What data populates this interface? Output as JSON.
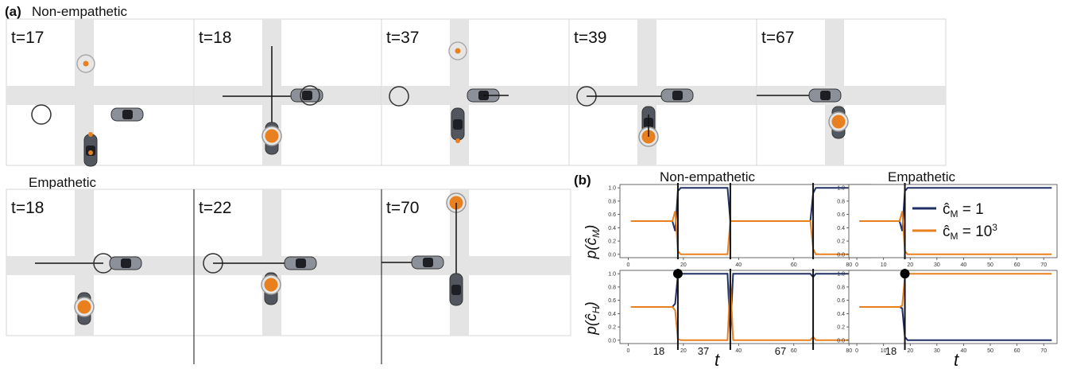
{
  "labels": {
    "panel_a": "(a)",
    "non_empathetic": "Non-empathetic",
    "empathetic": "Empathetic",
    "panel_b": "(b)",
    "col_non_empathetic": "Non-empathetic",
    "col_empathetic": "Empathetic",
    "x_axis": "t",
    "y_top": "p(ĉ_M)",
    "y_bottom": "p(ĉ_H)"
  },
  "frames_row1": [
    "t=17",
    "t=18",
    "t=37",
    "t=39",
    "t=67"
  ],
  "frames_row2": [
    "t=18",
    "t=22",
    "t=70"
  ],
  "legend": [
    {
      "text": "ĉ_M = 1",
      "color": "#1f2f66"
    },
    {
      "text": "ĉ_M = 10^3",
      "color": "#e8801f"
    }
  ],
  "colors": {
    "navy": "#1f2f66",
    "orange": "#e8801f",
    "road": "#e4e4e4",
    "car": "#52565e"
  },
  "chart_data": [
    {
      "type": "line",
      "title": "Non-empathetic",
      "ylabel": "p(ĉ_M)",
      "xlim": [
        -3,
        88
      ],
      "ylim": [
        -0.05,
        1.05
      ],
      "xticks": [
        0,
        20,
        40,
        60,
        80
      ],
      "yticks": [
        0.0,
        0.2,
        0.4,
        0.6,
        0.8,
        1.0
      ],
      "vlines": [
        18,
        37,
        67
      ],
      "series": [
        {
          "name": "ĉ_M = 1",
          "x": [
            1,
            16,
            17,
            18,
            19,
            36,
            37,
            38,
            66,
            67,
            68,
            86
          ],
          "y": [
            0.5,
            0.5,
            0.35,
            0.95,
            1,
            1,
            0.5,
            0.5,
            0.5,
            0.92,
            1,
            1
          ]
        },
        {
          "name": "ĉ_M = 10^3",
          "x": [
            1,
            16,
            17,
            18,
            19,
            36,
            37,
            38,
            66,
            67,
            68,
            86
          ],
          "y": [
            0.5,
            0.5,
            0.65,
            0.05,
            0,
            0,
            0.5,
            0.5,
            0.5,
            0.08,
            0,
            0
          ]
        }
      ]
    },
    {
      "type": "line",
      "title": "Empathetic",
      "ylabel": "p(ĉ_M)",
      "xlim": [
        -3,
        75
      ],
      "ylim": [
        -0.05,
        1.05
      ],
      "xticks": [
        0,
        10,
        20,
        30,
        40,
        50,
        60,
        70
      ],
      "yticks": [
        0.0,
        0.2,
        0.4,
        0.6,
        0.8,
        1.0
      ],
      "vlines": [
        18
      ],
      "series": [
        {
          "name": "ĉ_M = 1",
          "x": [
            1,
            16,
            17,
            18,
            19,
            73
          ],
          "y": [
            0.5,
            0.5,
            0.35,
            0.95,
            1,
            1
          ]
        },
        {
          "name": "ĉ_M = 10^3",
          "x": [
            1,
            16,
            17,
            18,
            19,
            73
          ],
          "y": [
            0.5,
            0.5,
            0.65,
            0.05,
            0,
            0
          ]
        }
      ]
    },
    {
      "type": "line",
      "title": "",
      "ylabel": "p(ĉ_H)",
      "xlabel": "t",
      "xlim": [
        -3,
        88
      ],
      "ylim": [
        -0.05,
        1.05
      ],
      "xticks": [
        0,
        20,
        40,
        60,
        80
      ],
      "yticks": [
        0.0,
        0.2,
        0.4,
        0.6,
        0.8,
        1.0
      ],
      "vlines": [
        18,
        37,
        67
      ],
      "marker": [
        18,
        1.0
      ],
      "series": [
        {
          "name": "ĉ_M = 1",
          "x": [
            1,
            16,
            17,
            18,
            19,
            36,
            37,
            38,
            66,
            67,
            68,
            86
          ],
          "y": [
            0.5,
            0.5,
            0.55,
            0.98,
            1,
            1,
            0.1,
            1,
            1,
            0.95,
            1,
            1
          ]
        },
        {
          "name": "ĉ_M = 10^3",
          "x": [
            1,
            16,
            17,
            18,
            19,
            36,
            37,
            38,
            66,
            67,
            68,
            86
          ],
          "y": [
            0.5,
            0.5,
            0.45,
            0.02,
            0,
            0,
            0.9,
            0,
            0,
            0.05,
            0,
            0
          ]
        }
      ]
    },
    {
      "type": "line",
      "title": "",
      "ylabel": "p(ĉ_H)",
      "xlabel": "t",
      "xlim": [
        -3,
        75
      ],
      "ylim": [
        -0.05,
        1.05
      ],
      "xticks": [
        0,
        10,
        20,
        30,
        40,
        50,
        60,
        70
      ],
      "yticks": [
        0.0,
        0.2,
        0.4,
        0.6,
        0.8,
        1.0
      ],
      "vlines": [
        18
      ],
      "marker": [
        18,
        1.0
      ],
      "series": [
        {
          "name": "ĉ_M = 1",
          "x": [
            1,
            16,
            17,
            18,
            19,
            73
          ],
          "y": [
            0.5,
            0.5,
            0.48,
            0.05,
            0,
            0
          ]
        },
        {
          "name": "ĉ_M = 10^3",
          "x": [
            1,
            16,
            17,
            18,
            19,
            73
          ],
          "y": [
            0.5,
            0.5,
            0.52,
            0.95,
            1,
            1
          ]
        }
      ]
    }
  ],
  "x_callouts": [
    "18",
    "37",
    "67",
    "18"
  ]
}
